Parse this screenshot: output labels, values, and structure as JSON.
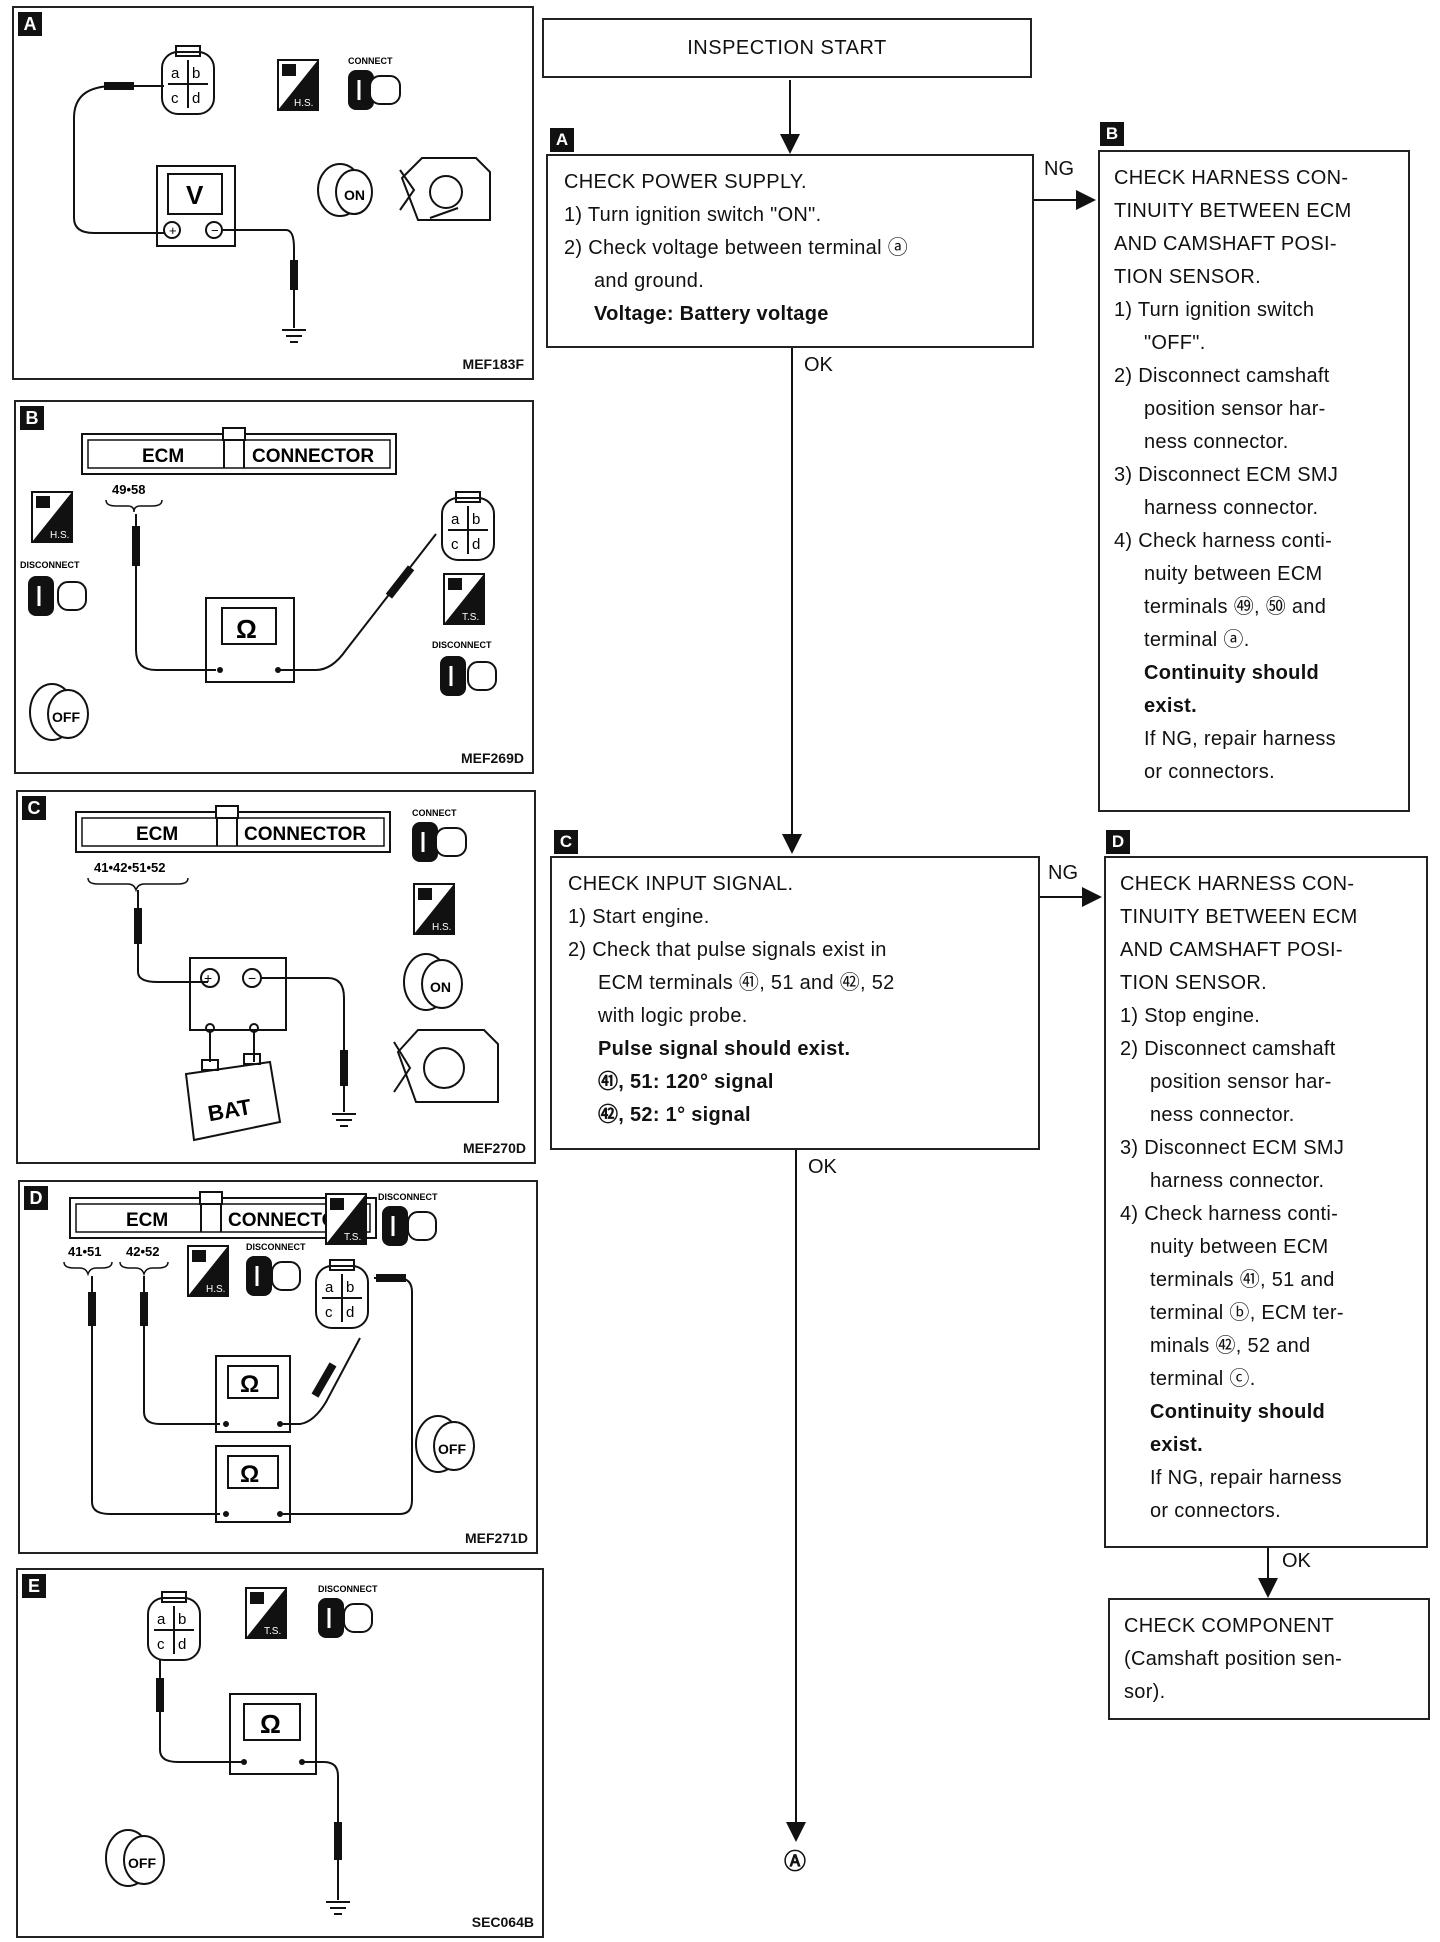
{
  "panels": [
    {
      "letter": "A",
      "code": "MEF183F",
      "meter": "V",
      "icons": [
        "connect-icon",
        "hs-icon",
        "ignition-on-icon",
        "engine-icon"
      ],
      "connect_label": "CONNECT",
      "hs_label": "H.S.",
      "key_label": "ON"
    },
    {
      "letter": "B",
      "code": "MEF269D",
      "ecm": "ECM",
      "connector": "CONNECTOR",
      "terminals": "49•58",
      "meter": "Ω",
      "disconnect_label": "DISCONNECT",
      "hs_label": "H.S.",
      "ts_label": "T.S.",
      "key_label": "OFF"
    },
    {
      "letter": "C",
      "code": "MEF270D",
      "ecm": "ECM",
      "connector": "CONNECTOR",
      "terminals": "41•42•51•52",
      "connect_label": "CONNECT",
      "hs_label": "H.S.",
      "key_label": "ON",
      "bat_label": "BAT"
    },
    {
      "letter": "D",
      "code": "MEF271D",
      "ecm": "ECM",
      "connector": "CONNECTOR",
      "terminals_1": "41•51",
      "terminals_2": "42•52",
      "meter": "Ω",
      "disconnect_label": "DISCONNECT",
      "hs_label": "H.S.",
      "ts_label": "T.S.",
      "key_label": "OFF"
    },
    {
      "letter": "E",
      "code": "SEC064B",
      "meter": "Ω",
      "disconnect_label": "DISCONNECT",
      "ts_label": "T.S.",
      "key_label": "OFF"
    }
  ],
  "sensor_terminals": [
    "a",
    "b",
    "c",
    "d"
  ],
  "flow": {
    "start": "INSPECTION START",
    "step_a": {
      "letter": "A",
      "title": "CHECK POWER SUPPLY.",
      "l1": "1) Turn ignition switch \"ON\".",
      "l2": "2) Check voltage between terminal ⓐ",
      "l3": "and ground.",
      "l4": "Voltage: Battery voltage"
    },
    "step_b": {
      "letter": "B",
      "l1": "CHECK HARNESS CON-",
      "l2": "TINUITY BETWEEN ECM",
      "l3": "AND CAMSHAFT POSI-",
      "l4": "TION SENSOR.",
      "l5": "1) Turn ignition switch",
      "l6": "\"OFF\".",
      "l7": "2) Disconnect camshaft",
      "l8": "position sensor har-",
      "l9": "ness connector.",
      "l10": "3) Disconnect ECM SMJ",
      "l11": "harness connector.",
      "l12": "4) Check harness conti-",
      "l13": "nuity between ECM",
      "l14": "terminals ㊾, ㊿ and",
      "l15": "terminal ⓐ.",
      "l16": "Continuity should",
      "l17": "exist.",
      "l18": "If NG, repair harness",
      "l19": "or connectors."
    },
    "step_c": {
      "letter": "C",
      "l1": "CHECK INPUT SIGNAL.",
      "l2": "1) Start engine.",
      "l3": "2) Check that pulse signals exist in",
      "l4": "ECM terminals ㊶, 51 and ㊷, 52",
      "l5": "with logic probe.",
      "l6": "Pulse signal should exist.",
      "l7": "㊶, 51: 120° signal",
      "l8": "㊷, 52: 1° signal"
    },
    "step_d": {
      "letter": "D",
      "l1": "CHECK HARNESS CON-",
      "l2": "TINUITY BETWEEN ECM",
      "l3": "AND CAMSHAFT POSI-",
      "l4": "TION SENSOR.",
      "l5": "1) Stop engine.",
      "l6": "2) Disconnect camshaft",
      "l7": "position sensor har-",
      "l8": "ness connector.",
      "l9": "3) Disconnect ECM SMJ",
      "l10": "harness connector.",
      "l11": "4) Check harness conti-",
      "l12": "nuity between ECM",
      "l13": "terminals ㊶, 51 and",
      "l14": "terminal ⓑ, ECM ter-",
      "l15": "minals ㊷, 52 and",
      "l16": "terminal ⓒ.",
      "l17": "Continuity should",
      "l18": "exist.",
      "l19": "If NG, repair harness",
      "l20": "or connectors."
    },
    "step_e": {
      "l1": "CHECK COMPONENT",
      "l2": "(Camshaft position sen-",
      "l3": "sor)."
    },
    "ng": "NG",
    "ok": "OK",
    "end": "Ⓐ"
  }
}
